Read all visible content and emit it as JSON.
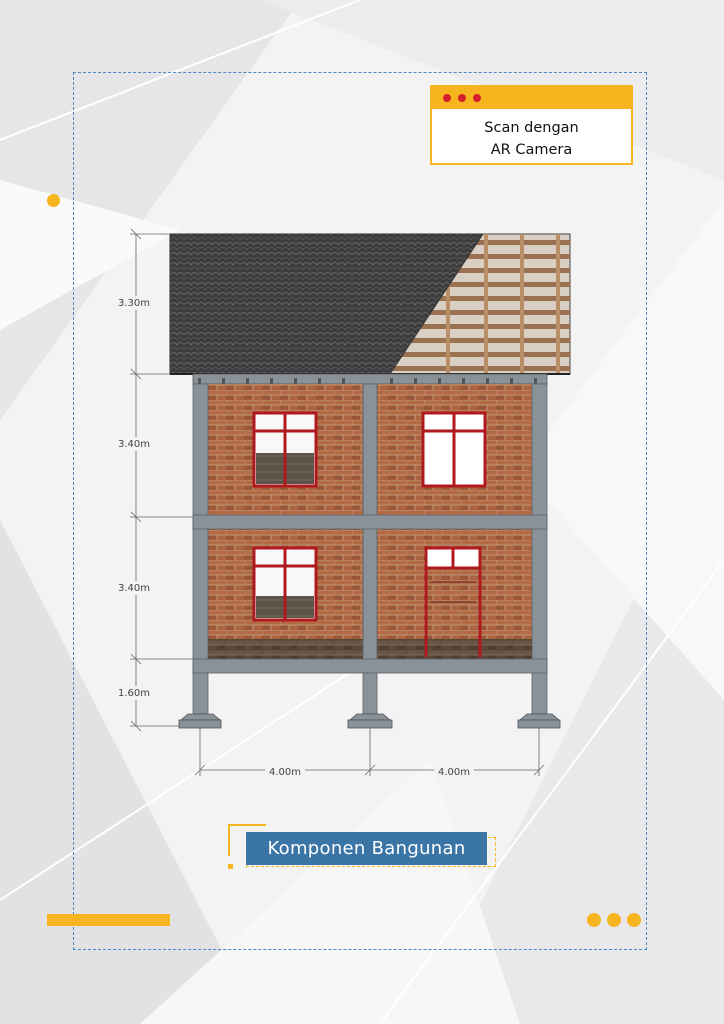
{
  "scan_card": {
    "line1": "Scan dengan",
    "line2": "AR Camera",
    "dot_color": "#d3202a",
    "accent": "#f6b51e"
  },
  "drawing": {
    "dimensions_vertical": [
      "3.30m",
      "3.40m",
      "3.40m",
      "1.60m"
    ],
    "dimensions_horizontal": [
      "4.00m",
      "4.00m"
    ]
  },
  "title": "Komponen Bangunan",
  "colors": {
    "frame_border": "#4a86c8",
    "title_bg": "#3b75a6",
    "brick": "#a25e3c",
    "window_frame": "#b0191e",
    "concrete": "#8a9299",
    "roof_tile": "#3a3a3a"
  }
}
